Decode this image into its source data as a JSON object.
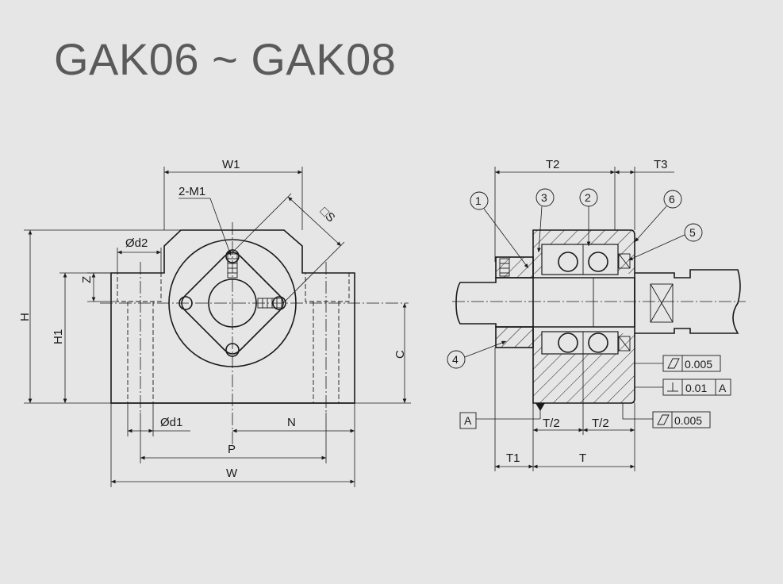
{
  "title": "GAK06 ~ GAK08",
  "labels": {
    "W1": "W1",
    "M1": "2-M1",
    "S": "□S",
    "d2": "Ød2",
    "Z": "Z",
    "H": "H",
    "H1": "H1",
    "C": "C",
    "d1": "Ød1",
    "N": "N",
    "P": "P",
    "W": "W",
    "T2": "T2",
    "T3": "T3",
    "T1": "T1",
    "T": "T",
    "T_half_left": "T/2",
    "T_half_right": "T/2",
    "datum": "A"
  },
  "balloons": [
    "1",
    "2",
    "3",
    "4",
    "5",
    "6"
  ],
  "tolerances": {
    "flatness_top_value": "0.005",
    "perpendicular_value": "0.01",
    "perpendicular_ref": "A",
    "flatness_bottom_value": "0.005"
  }
}
